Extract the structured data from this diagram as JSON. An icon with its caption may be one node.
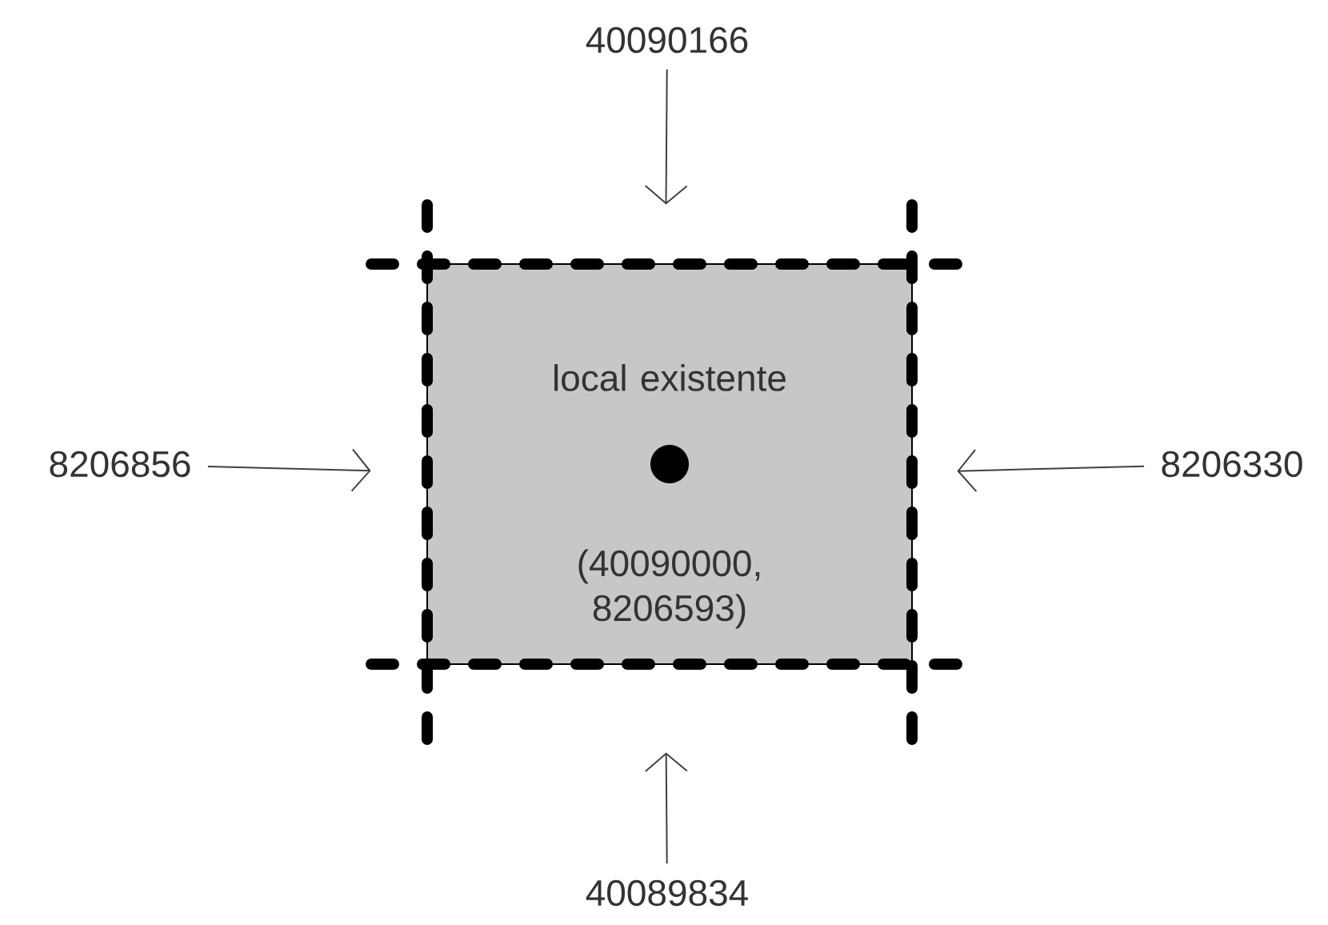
{
  "diagram": {
    "nodes": [
      {
        "text": [
          "local existente",
          "(40090000, 8206593)"
        ]
      },
      {
        "text": [
          "40090166"
        ]
      },
      {
        "text": [
          "8206856"
        ]
      },
      {
        "text": [
          "8206330"
        ]
      },
      {
        "text": [
          "40089834"
        ]
      }
    ],
    "edges": [
      {
        "from": 1,
        "to": 0,
        "arrow": "to"
      },
      {
        "from": 2,
        "to": 0,
        "arrow": "to"
      },
      {
        "from": 3,
        "to": 0,
        "arrow": "to"
      },
      {
        "from": 4,
        "to": 0,
        "arrow": "to"
      }
    ]
  }
}
